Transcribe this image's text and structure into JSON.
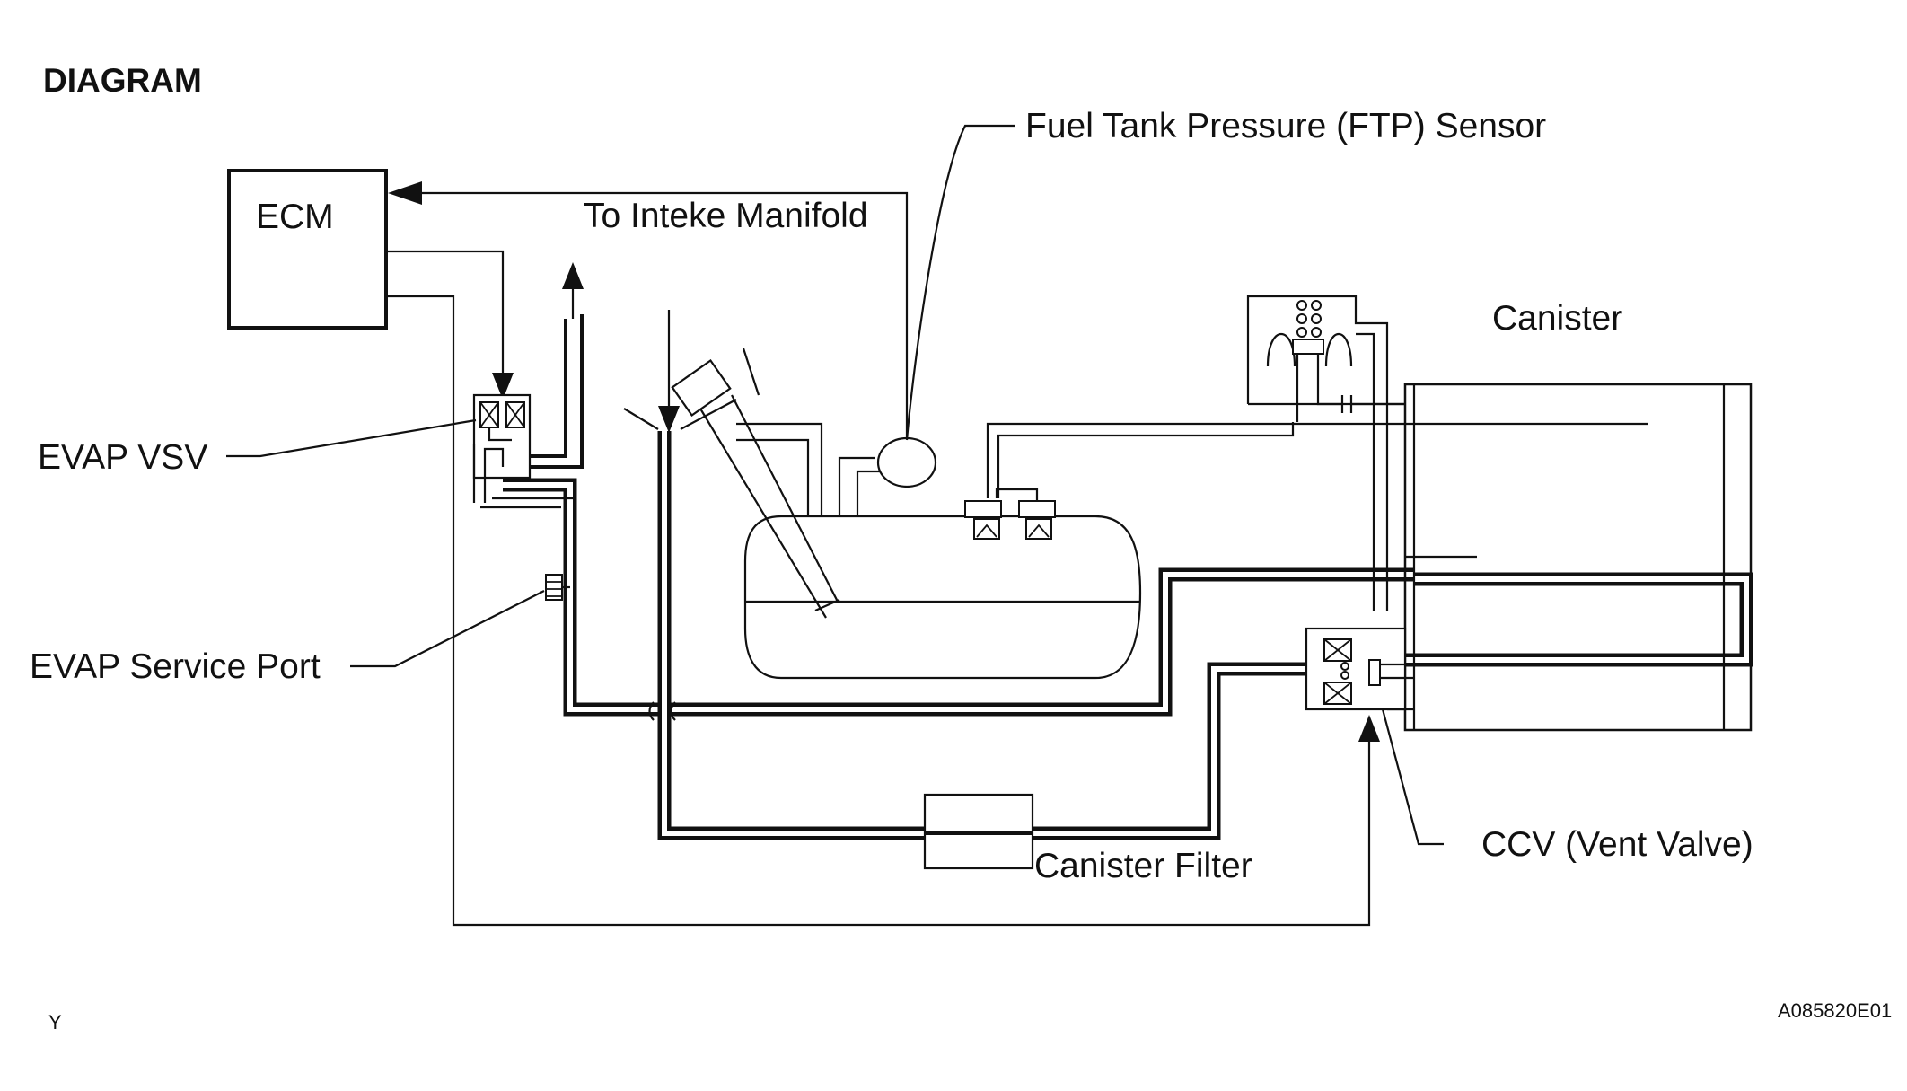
{
  "diagram": {
    "title": "DIAGRAM",
    "labels": {
      "ecm": "ECM",
      "to_intake": "To Inteke Manifold",
      "ftp_sensor": "Fuel Tank Pressure (FTP) Sensor",
      "canister": "Canister",
      "evap_vsv": "EVAP VSV",
      "evap_service_port": "EVAP Service Port",
      "canister_filter": "Canister Filter",
      "ccv": "CCV (Vent Valve)"
    },
    "footer": {
      "left_mark": "Y",
      "code": "A085820E01"
    }
  }
}
